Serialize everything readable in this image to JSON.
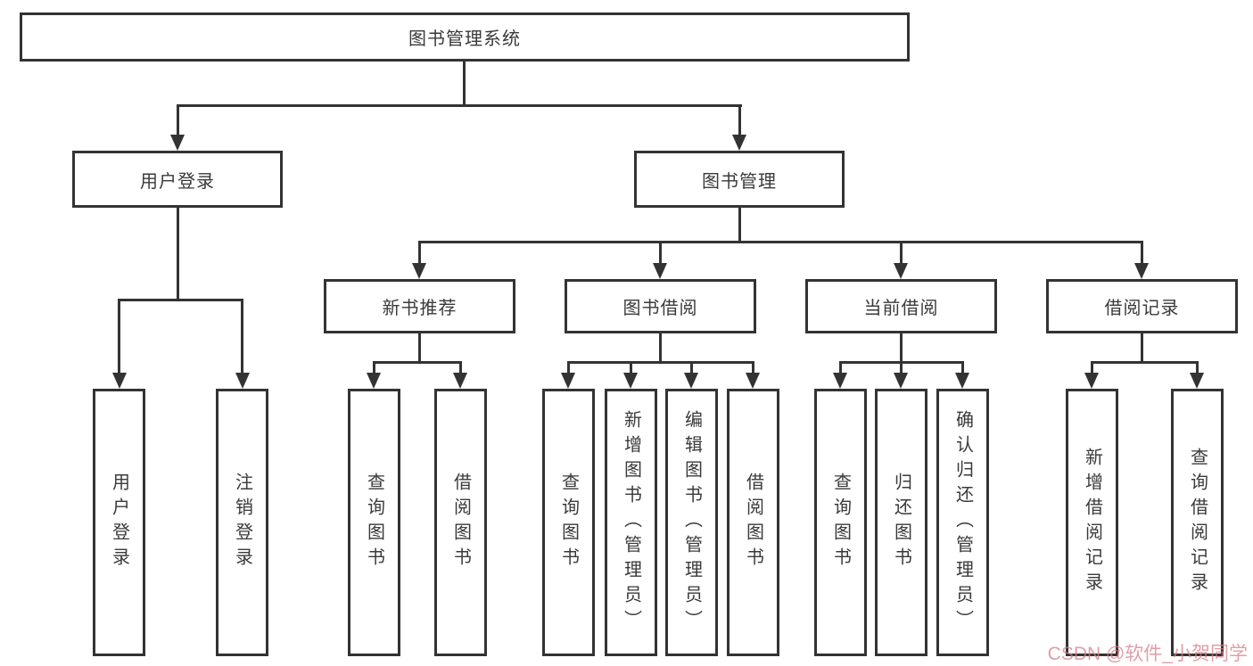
{
  "colors": {
    "bg": "#ffffff",
    "line": "#333333",
    "text": "#3a3a3a",
    "watermark": "rgba(214,125,136,0.75)"
  },
  "tree": {
    "root_label": "图书管理系统",
    "login_branch": {
      "label": "用户登录",
      "leaves": [
        "用户登录",
        "注销登录"
      ]
    },
    "mgmt_branch": {
      "label": "图书管理",
      "sections": [
        {
          "label": "新书推荐",
          "leaves": [
            "查询图书",
            "借阅图书"
          ]
        },
        {
          "label": "图书借阅",
          "leaves": [
            "查询图书",
            "新增图书（管理员）",
            "编辑图书（管理员）",
            "借阅图书"
          ]
        },
        {
          "label": "当前借阅",
          "leaves": [
            "查询图书",
            "归还图书",
            "确认归还（管理员）"
          ]
        },
        {
          "label": "借阅记录",
          "leaves": [
            "新增借阅记录",
            "查询借阅记录"
          ]
        }
      ]
    }
  },
  "watermark": {
    "text": "CSDN @软件_小贺同学"
  }
}
